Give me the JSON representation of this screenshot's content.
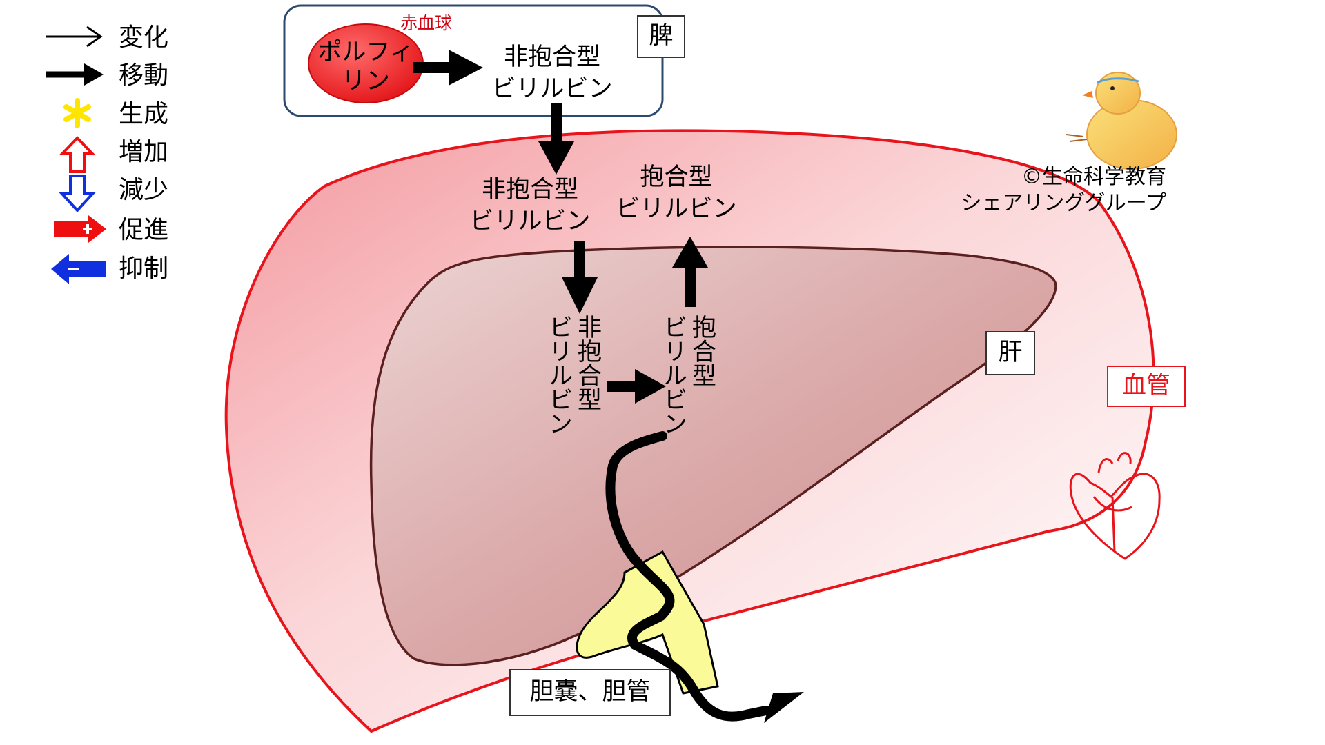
{
  "legend": [
    {
      "label": "変化",
      "icon": "thin-arrow-right-icon"
    },
    {
      "label": "移動",
      "icon": "thick-arrow-right-icon"
    },
    {
      "label": "生成",
      "icon": "asterisk-icon"
    },
    {
      "label": "増加",
      "icon": "hollow-arrow-up-icon"
    },
    {
      "label": "減少",
      "icon": "hollow-arrow-down-icon"
    },
    {
      "label": "促進",
      "icon": "plus-arrow-right-icon"
    },
    {
      "label": "抑制",
      "icon": "minus-arrow-left-icon"
    }
  ],
  "spleen": {
    "label": "脾",
    "rbc_label": "赤血球",
    "porphyrin": [
      "ポルフィ",
      "リン"
    ],
    "unconjugated": [
      "非抱合型",
      "ビリルビン"
    ]
  },
  "blood": {
    "label": "血管",
    "unconjugated": [
      "非抱合型",
      "ビリルビン"
    ],
    "conjugated": [
      "抱合型",
      "ビリルビン"
    ]
  },
  "liver": {
    "label": "肝",
    "unconjugated_vertical": [
      "非抱合型",
      "ビリルビン"
    ],
    "conjugated_vertical": [
      "抱合型",
      "ビリルビン"
    ]
  },
  "gallbladder": {
    "label": "胆嚢、胆管"
  },
  "credit": [
    "©生命科学教育",
    "シェアリンググループ"
  ],
  "colors": {
    "blood_outline": "#e8141b",
    "blood_fill_dark": "#f4a6aa",
    "liver_fill": "#d9a0a0",
    "liver_outline": "#5a2020",
    "rbc": "#e8141b",
    "bile": "#fafa98",
    "spleen_border": "#2c4a6e",
    "legend_red": "#ee1010",
    "legend_blue": "#1030e0",
    "legend_yellow": "#ffe600"
  }
}
